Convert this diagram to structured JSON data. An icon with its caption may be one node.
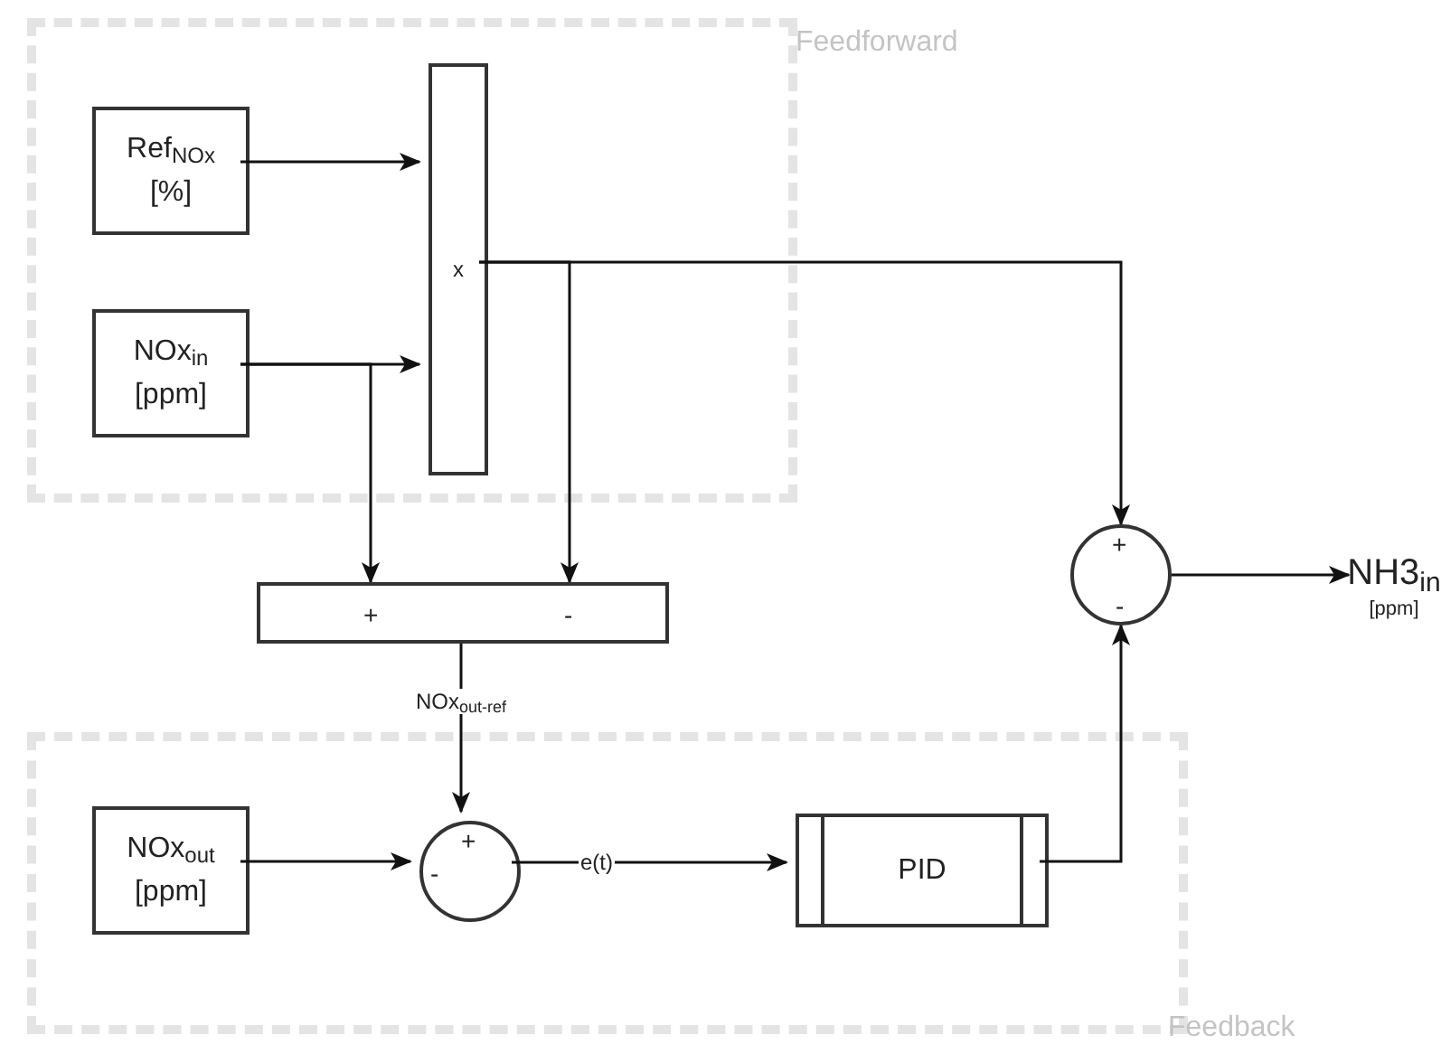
{
  "diagram": {
    "nodes": [
      {
        "text": [
          "Feedforward"
        ]
      },
      {
        "text": [
          "Ref$_{NOx}$",
          "[%]"
        ],
        "in": 0
      },
      {
        "text": [
          "NOx$_{in}$",
          "[ppm]"
        ],
        "in": 0
      },
      {
        "text": [
          "x"
        ],
        "in": 0
      },
      {
        "text": [
          "+",
          "-"
        ]
      },
      {
        "text": [
          "Feedback"
        ]
      },
      {
        "text": [
          "NOx$_{out}$",
          "[ppm]"
        ],
        "in": 5
      },
      {
        "text": [
          "+",
          "-"
        ],
        "in": 5
      },
      {
        "text": [
          "PID"
        ],
        "in": 5
      },
      {
        "text": [
          "+",
          "-"
        ]
      },
      {
        "text": [
          "NH3$_{in}$",
          "[ppm]"
        ]
      }
    ],
    "edges": [
      {
        "from": 1,
        "to": 3,
        "arrow": "to"
      },
      {
        "from": 2,
        "to": 3,
        "arrow": "to"
      },
      {
        "from": 2,
        "to": 4,
        "arrow": "to"
      },
      {
        "from": 3,
        "to": 4,
        "arrow": "to"
      },
      {
        "from": 3,
        "to": 9,
        "arrow": "to"
      },
      {
        "from": 4,
        "to": 7,
        "arrow": "to",
        "label": "NOx$_{out-ref}$"
      },
      {
        "from": 6,
        "to": 7,
        "arrow": "to"
      },
      {
        "from": 7,
        "to": 8,
        "arrow": "to",
        "label": "e(t)"
      },
      {
        "from": 8,
        "to": 9,
        "arrow": "to"
      },
      {
        "from": 9,
        "to": 10,
        "arrow": "to"
      }
    ]
  }
}
